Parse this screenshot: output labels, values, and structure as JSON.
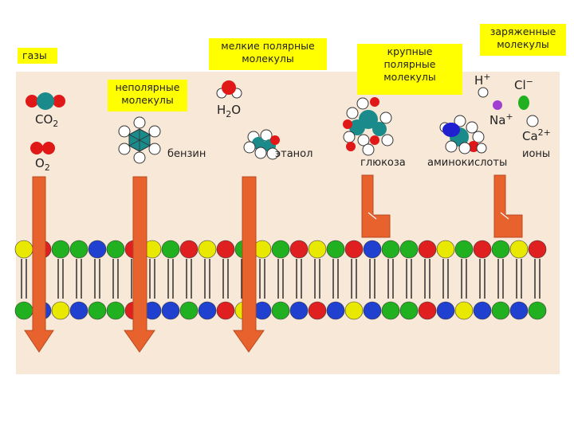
{
  "labels": {
    "gases": "газы",
    "nonpolar": "неполярные молекулы",
    "small_polar": "мелкие полярные молекулы",
    "large_polar": "крупные полярные молекулы",
    "charged": "заряженные молекулы",
    "benzene": "бензин",
    "ethanol": "этанол",
    "glucose": "глюкоза",
    "amino_acids": "аминокислоты",
    "ions": "ионы"
  },
  "formulas": {
    "co2_main": "CO",
    "co2_sub": "2",
    "o2_main": "O",
    "o2_sub": "2",
    "h2o_h": "H",
    "h2o_sub": "2",
    "h2o_o": "O",
    "h_ion": "H",
    "h_charge": "+",
    "cl_ion": "Cl",
    "cl_charge": "−",
    "na_ion": "Na",
    "na_charge": "+",
    "ca_ion": "Ca",
    "ca_charge": "2+"
  },
  "colors": {
    "background_panel": "#f8e8d8",
    "highlight": "#ffff00",
    "arrow": "#e8622d",
    "lipid_head_colors": [
      "#e8e800",
      "#e02020",
      "#20b020",
      "#2040d0"
    ],
    "tail": "#222222"
  },
  "icons": [
    "co2-molecule-icon",
    "o2-molecule-icon",
    "benzene-molecule-icon",
    "water-molecule-icon",
    "ethanol-molecule-icon",
    "glucose-molecule-icon",
    "amino-acid-molecule-icon",
    "ion-icons"
  ]
}
